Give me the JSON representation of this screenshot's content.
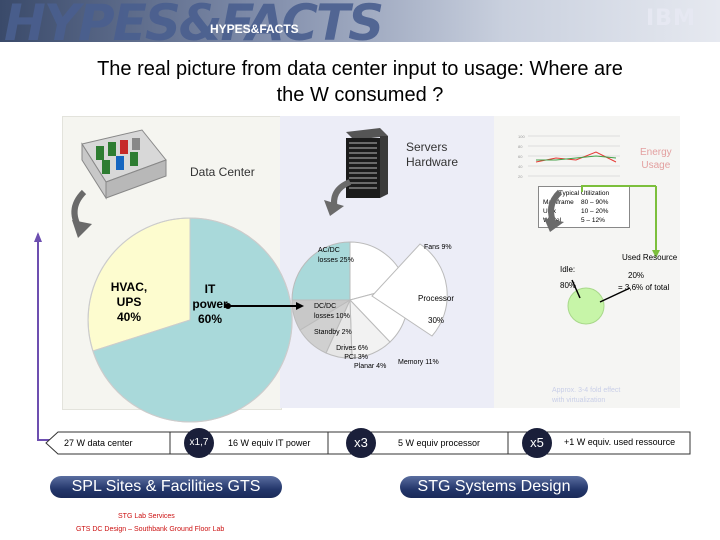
{
  "header": {
    "banner_text": "HYPES&FACTS",
    "banner_small": "HYPES&FACTS",
    "logo": "IBM"
  },
  "title": {
    "line1": "The real picture from data center input to usage: Where are",
    "line2": "the W consumed ?"
  },
  "panels": {
    "data_center_label": "Data Center",
    "servers_label_1": "Servers",
    "servers_label_2": "Hardware",
    "mini_chart_caption_1": "Energy",
    "mini_chart_caption_2": "Usage",
    "utilization": {
      "heading": "Typical Utilization",
      "rows": [
        {
          "name": "Mainframe",
          "value": "80 – 90%"
        },
        {
          "name": "Unix",
          "value": "10 – 20%"
        },
        {
          "name": "Wintel",
          "value": "5 – 12%"
        }
      ]
    }
  },
  "pie_left": {
    "hvac_1": "HVAC,",
    "hvac_2": "UPS",
    "hvac_3": "40%",
    "it_1": "IT",
    "it_2": "power",
    "it_3": "60%"
  },
  "breakdown": {
    "acdc_1": "AC/DC",
    "acdc_2": "losses 25%",
    "fans": "Fans 9%",
    "dcdc_1": "DC/DC",
    "dcdc_2": "losses 10%",
    "processor": "Processor",
    "processor_pct": "30%",
    "standby": "Standby 2%",
    "drives": "Drives 6%",
    "pci": "PCI 3%",
    "planar": "Planar 4%",
    "memory": "Memory 11%",
    "idle_1": "Idle:",
    "idle_2": "80%",
    "used_resource": "Used Resource",
    "used_pct": "20%",
    "used_total": "= 3,6% of total",
    "ghost_note_1": "Approx. 3-4 fold effect",
    "ghost_note_2": "with virtualization"
  },
  "flow": {
    "start": "27 W data center",
    "x17": "x1,7",
    "it_power": "16 W equiv IT power",
    "x3": "x3",
    "processor": "5 W equiv processor",
    "x5": "x5",
    "used": "+1 W equiv. used ressource"
  },
  "footer": {
    "left_pill": "SPL  Sites & Facilities GTS",
    "right_pill": "STG  Systems Design",
    "credit_1": "STG Lab Services",
    "credit_2": "GTS DC Design – Southbank Ground Floor Lab"
  },
  "colors": {
    "hvac_fill": "#fdfccf",
    "it_fill": "#a9d9da",
    "processor_fill": "#ffffff",
    "used_fill": "#c7f5a8",
    "pill_blue": "#24376b",
    "green_line": "#7cbf3c"
  }
}
